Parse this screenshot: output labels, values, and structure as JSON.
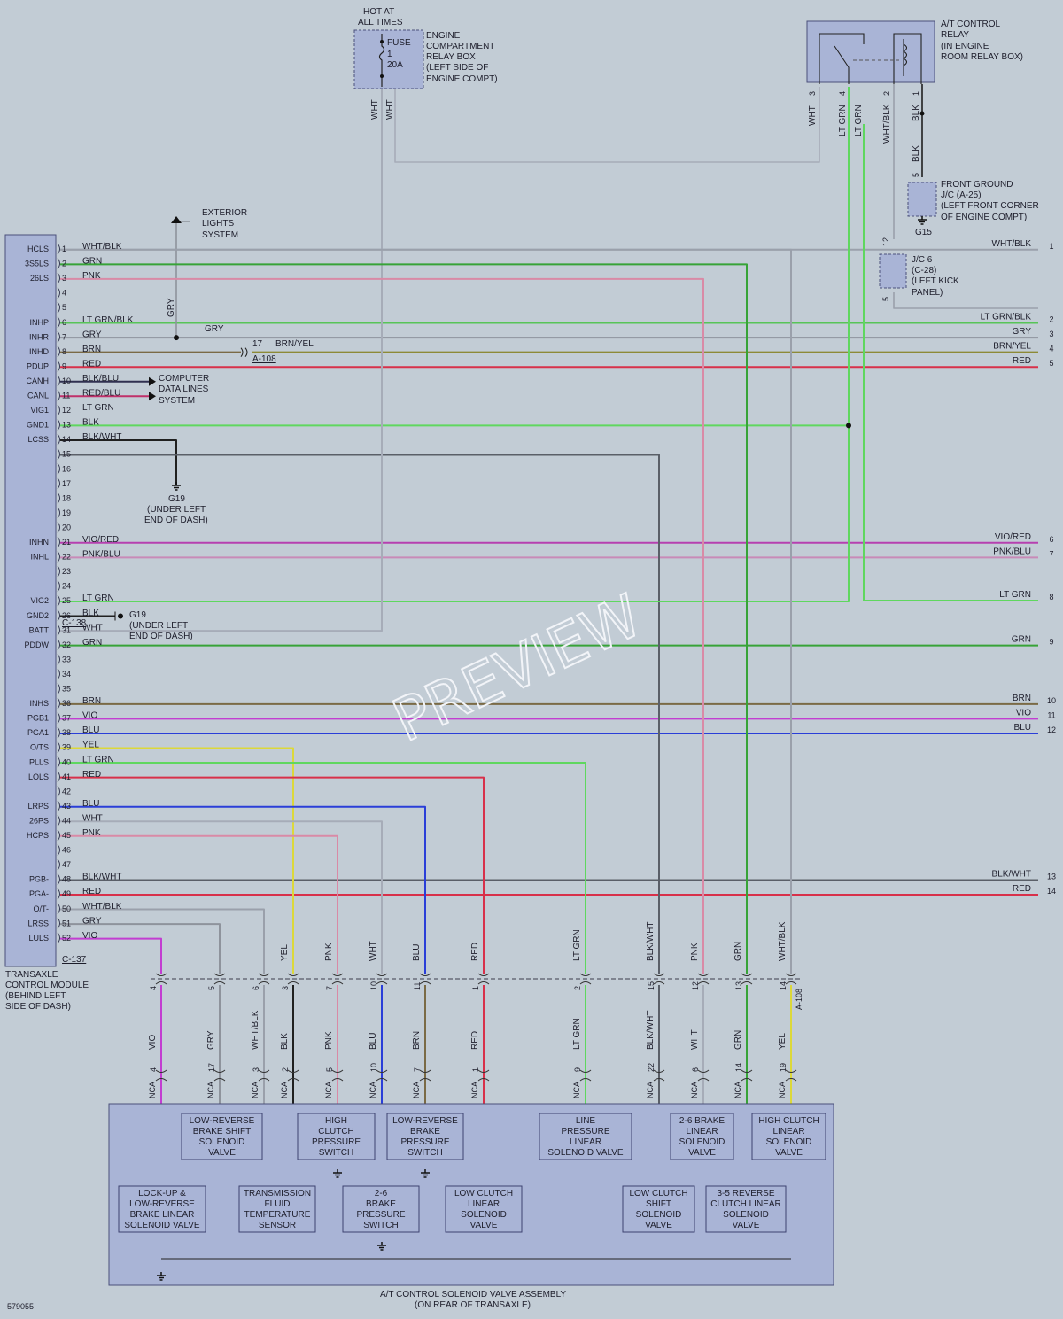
{
  "colors": {
    "WHT": "#a6acb8",
    "GRN": "#37a337",
    "PNK": "#d98aa6",
    "LT GRN": "#5fd75f",
    "GRY": "#8e939c",
    "BRN": "#7a6a45",
    "RED": "#d8304a",
    "BLK": "#202020",
    "BLK/WHT": "#5a5f68",
    "WHT/BLK": "#9aa0ab",
    "YEL": "#dcd83a",
    "VIO": "#c23dd1",
    "BLU": "#2a3ed8",
    "BRN/YEL": "#8d8a36",
    "VIO/RED": "#b640b0",
    "PNK/BLU": "#c88ab8",
    "LT GRN/BLK": "#57c457",
    "BLK/BLU": "#303050",
    "RED/BLU": "#c0306a"
  },
  "tcm": {
    "label": [
      "TRANSAXLE",
      "CONTROL MODULE",
      "(BEHIND LEFT",
      "SIDE OF DASH)"
    ],
    "c137": "C-137",
    "c138": "C-138",
    "signals": [
      {
        "pin": 1,
        "name": "HCLS"
      },
      {
        "pin": 2,
        "name": "3S5LS"
      },
      {
        "pin": 3,
        "name": "26LS"
      },
      {
        "pin": 6,
        "name": "INHP"
      },
      {
        "pin": 7,
        "name": "INHR"
      },
      {
        "pin": 8,
        "name": "INHD"
      },
      {
        "pin": 9,
        "name": "PDUP"
      },
      {
        "pin": 10,
        "name": "CANH"
      },
      {
        "pin": 11,
        "name": "CANL"
      },
      {
        "pin": 12,
        "name": "VIG1"
      },
      {
        "pin": 13,
        "name": "GND1"
      },
      {
        "pin": 14,
        "name": "LCSS"
      },
      {
        "pin": 21,
        "name": "INHN"
      },
      {
        "pin": 22,
        "name": "INHL"
      },
      {
        "pin": 25,
        "name": "VIG2"
      },
      {
        "pin": 26,
        "name": "GND2"
      },
      {
        "pin": 31,
        "name": "BATT"
      },
      {
        "pin": 32,
        "name": "PDDW"
      },
      {
        "pin": 36,
        "name": "INHS"
      },
      {
        "pin": 37,
        "name": "PGB1"
      },
      {
        "pin": 38,
        "name": "PGA1"
      },
      {
        "pin": 39,
        "name": "O/TS"
      },
      {
        "pin": 40,
        "name": "PLLS"
      },
      {
        "pin": 41,
        "name": "LOLS"
      },
      {
        "pin": 43,
        "name": "LRPS"
      },
      {
        "pin": 44,
        "name": "26PS"
      },
      {
        "pin": 45,
        "name": "HCPS"
      },
      {
        "pin": 48,
        "name": "PGB-"
      },
      {
        "pin": 49,
        "name": "PGA-"
      },
      {
        "pin": 50,
        "name": "O/T-"
      },
      {
        "pin": 51,
        "name": "LRSS"
      },
      {
        "pin": 52,
        "name": "LULS"
      }
    ],
    "pins": [
      1,
      2,
      3,
      4,
      5,
      6,
      7,
      8,
      9,
      10,
      11,
      12,
      13,
      14,
      15,
      16,
      17,
      18,
      19,
      20,
      21,
      22,
      23,
      24,
      25,
      26,
      31,
      32,
      33,
      34,
      35,
      36,
      37,
      38,
      39,
      40,
      41,
      42,
      43,
      44,
      45,
      46,
      47,
      48,
      49,
      50,
      51,
      52
    ],
    "wire_labels": [
      {
        "pin": 1,
        "color": "WHT/BLK"
      },
      {
        "pin": 2,
        "color": "GRN"
      },
      {
        "pin": 3,
        "color": "PNK"
      },
      {
        "pin": 6,
        "color": "LT GRN/BLK"
      },
      {
        "pin": 7,
        "color": "GRY"
      },
      {
        "pin": 8,
        "color": "BRN"
      },
      {
        "pin": 9,
        "color": "RED"
      },
      {
        "pin": 10,
        "color": "BLK/BLU"
      },
      {
        "pin": 11,
        "color": "RED/BLU"
      },
      {
        "pin": 12,
        "color": "LT GRN"
      },
      {
        "pin": 13,
        "color": "BLK"
      },
      {
        "pin": 14,
        "color": "BLK/WHT"
      },
      {
        "pin": 21,
        "color": "VIO/RED"
      },
      {
        "pin": 22,
        "color": "PNK/BLU"
      },
      {
        "pin": 25,
        "color": "LT GRN"
      },
      {
        "pin": 26,
        "color": "BLK"
      },
      {
        "pin": 31,
        "color": "WHT"
      },
      {
        "pin": 32,
        "color": "GRN"
      },
      {
        "pin": 36,
        "color": "BRN"
      },
      {
        "pin": 37,
        "color": "VIO"
      },
      {
        "pin": 38,
        "color": "BLU"
      },
      {
        "pin": 39,
        "color": "YEL"
      },
      {
        "pin": 40,
        "color": "LT GRN"
      },
      {
        "pin": 41,
        "color": "RED"
      },
      {
        "pin": 43,
        "color": "BLU"
      },
      {
        "pin": 44,
        "color": "WHT"
      },
      {
        "pin": 45,
        "color": "PNK"
      },
      {
        "pin": 48,
        "color": "BLK/WHT"
      },
      {
        "pin": 49,
        "color": "RED"
      },
      {
        "pin": 50,
        "color": "WHT/BLK"
      },
      {
        "pin": 51,
        "color": "GRY"
      },
      {
        "pin": 52,
        "color": "VIO"
      }
    ]
  },
  "right_terminals": [
    {
      "num": "1",
      "color": "WHT/BLK"
    },
    {
      "num": "2",
      "color": "LT GRN/BLK"
    },
    {
      "num": "3",
      "color": "GRY"
    },
    {
      "num": "4",
      "color": "BRN/YEL"
    },
    {
      "num": "5",
      "color": "RED"
    },
    {
      "num": "6",
      "color": "VIO/RED"
    },
    {
      "num": "7",
      "color": "PNK/BLU"
    },
    {
      "num": "8",
      "color": "LT GRN"
    },
    {
      "num": "9",
      "color": "GRN"
    },
    {
      "num": "10",
      "color": "BRN"
    },
    {
      "num": "11",
      "color": "VIO"
    },
    {
      "num": "12",
      "color": "BLU"
    },
    {
      "num": "13",
      "color": "BLK/WHT"
    },
    {
      "num": "14",
      "color": "RED"
    }
  ],
  "fuse": {
    "hot": [
      "HOT AT",
      "ALL TIMES"
    ],
    "label": [
      "FUSE",
      "1",
      "20A"
    ],
    "box": [
      "ENGINE",
      "COMPARTMENT",
      "RELAY BOX",
      "(LEFT SIDE OF",
      "ENGINE COMPT)"
    ],
    "wire1": "WHT",
    "wire2": "WHT"
  },
  "relay": {
    "label": [
      "A/T CONTROL",
      "RELAY",
      "(IN ENGINE",
      "ROOM RELAY BOX)"
    ],
    "pins": [
      "3",
      "4",
      "2",
      "1"
    ],
    "wires": [
      "WHT",
      "LT GRN",
      "LT GRN",
      "WHT/BLK",
      "BLK"
    ]
  },
  "ground_jc": {
    "label": [
      "FRONT GROUND",
      "J/C (A-25)",
      "(LEFT FRONT CORNER",
      "OF ENGINE COMPT)"
    ],
    "g": "G15",
    "pin": "5",
    "wire": "BLK"
  },
  "jc6": {
    "label": [
      "J/C 6",
      "(C-28)",
      "(LEFT KICK",
      "PANEL)"
    ],
    "pin_top": "12",
    "pin_bottom": "5"
  },
  "exterior": [
    "EXTERIOR",
    "LIGHTS",
    "SYSTEM"
  ],
  "gry_vert": "GRY",
  "gry_h": "GRY",
  "a108": {
    "pin": "17",
    "wire": "BRN/YEL",
    "conn": "A-108"
  },
  "computer": [
    "COMPUTER",
    "DATA LINES",
    "SYSTEM"
  ],
  "g19a": [
    "G19",
    "(UNDER LEFT",
    "END OF DASH)"
  ],
  "g19b": [
    "G19",
    "(UNDER LEFT",
    "END OF DASH)"
  ],
  "bottom_conn": {
    "a108": "A-108",
    "columns": [
      {
        "top_pin": "4",
        "top_wire": "",
        "bot_wire": "VIO",
        "bot_pin": "4"
      },
      {
        "top_pin": "5",
        "top_wire": "",
        "bot_wire": "GRY",
        "bot_pin": "17"
      },
      {
        "top_pin": "6",
        "top_wire": "",
        "bot_wire": "WHT/BLK",
        "bot_pin": "3"
      },
      {
        "top_pin": "3",
        "top_wire": "YEL",
        "bot_wire": "BLK",
        "bot_pin": "2"
      },
      {
        "top_pin": "7",
        "top_wire": "PNK",
        "bot_wire": "PNK",
        "bot_pin": "5"
      },
      {
        "top_pin": "10",
        "top_wire": "WHT",
        "bot_wire": "BLU",
        "bot_pin": "10"
      },
      {
        "top_pin": "11",
        "top_wire": "BLU",
        "bot_wire": "BRN",
        "bot_pin": "7"
      },
      {
        "top_pin": "1",
        "top_wire": "RED",
        "bot_wire": "RED",
        "bot_pin": "1"
      },
      {
        "top_pin": "2",
        "top_wire": "LT GRN",
        "bot_wire": "LT GRN",
        "bot_pin": "9"
      },
      {
        "top_pin": "15",
        "top_wire": "BLK/WHT",
        "bot_wire": "BLK/WHT",
        "bot_pin": "22"
      },
      {
        "top_pin": "12",
        "top_wire": "PNK",
        "bot_wire": "WHT",
        "bot_pin": "6"
      },
      {
        "top_pin": "13",
        "top_wire": "GRN",
        "bot_wire": "GRN",
        "bot_pin": "14"
      },
      {
        "top_pin": "14",
        "top_wire": "WHT/BLK",
        "bot_wire": "YEL",
        "bot_pin": "19"
      }
    ],
    "nca": "NCA"
  },
  "solenoids": {
    "top": [
      [
        "LOW-REVERSE",
        "BRAKE SHIFT",
        "SOLENOID",
        "VALVE"
      ],
      [
        "HIGH",
        "CLUTCH",
        "PRESSURE",
        "SWITCH"
      ],
      [
        "LOW-REVERSE",
        "BRAKE",
        "PRESSURE",
        "SWITCH"
      ],
      [
        "LINE",
        "PRESSURE",
        "LINEAR",
        "SOLENOID VALVE"
      ],
      [
        "2-6 BRAKE",
        "LINEAR",
        "SOLENOID",
        "VALVE"
      ],
      [
        "HIGH CLUTCH",
        "LINEAR",
        "SOLENOID",
        "VALVE"
      ]
    ],
    "bottom": [
      [
        "LOCK-UP &",
        "LOW-REVERSE",
        "BRAKE LINEAR",
        "SOLENOID VALVE"
      ],
      [
        "TRANSMISSION",
        "FLUID",
        "TEMPERATURE",
        "SENSOR"
      ],
      [
        "2-6",
        "BRAKE",
        "PRESSURE",
        "SWITCH"
      ],
      [
        "LOW CLUTCH",
        "LINEAR",
        "SOLENOID",
        "VALVE"
      ],
      [
        "LOW CLUTCH",
        "SHIFT",
        "SOLENOID",
        "VALVE"
      ],
      [
        "3-5 REVERSE",
        "CLUTCH LINEAR",
        "SOLENOID",
        "VALVE"
      ]
    ],
    "assembly": [
      "A/T CONTROL SOLENOID VALVE ASSEMBLY",
      "(ON REAR OF TRANSAXLE)"
    ]
  },
  "watermark": "PREVIEW",
  "figure_id": "579055"
}
